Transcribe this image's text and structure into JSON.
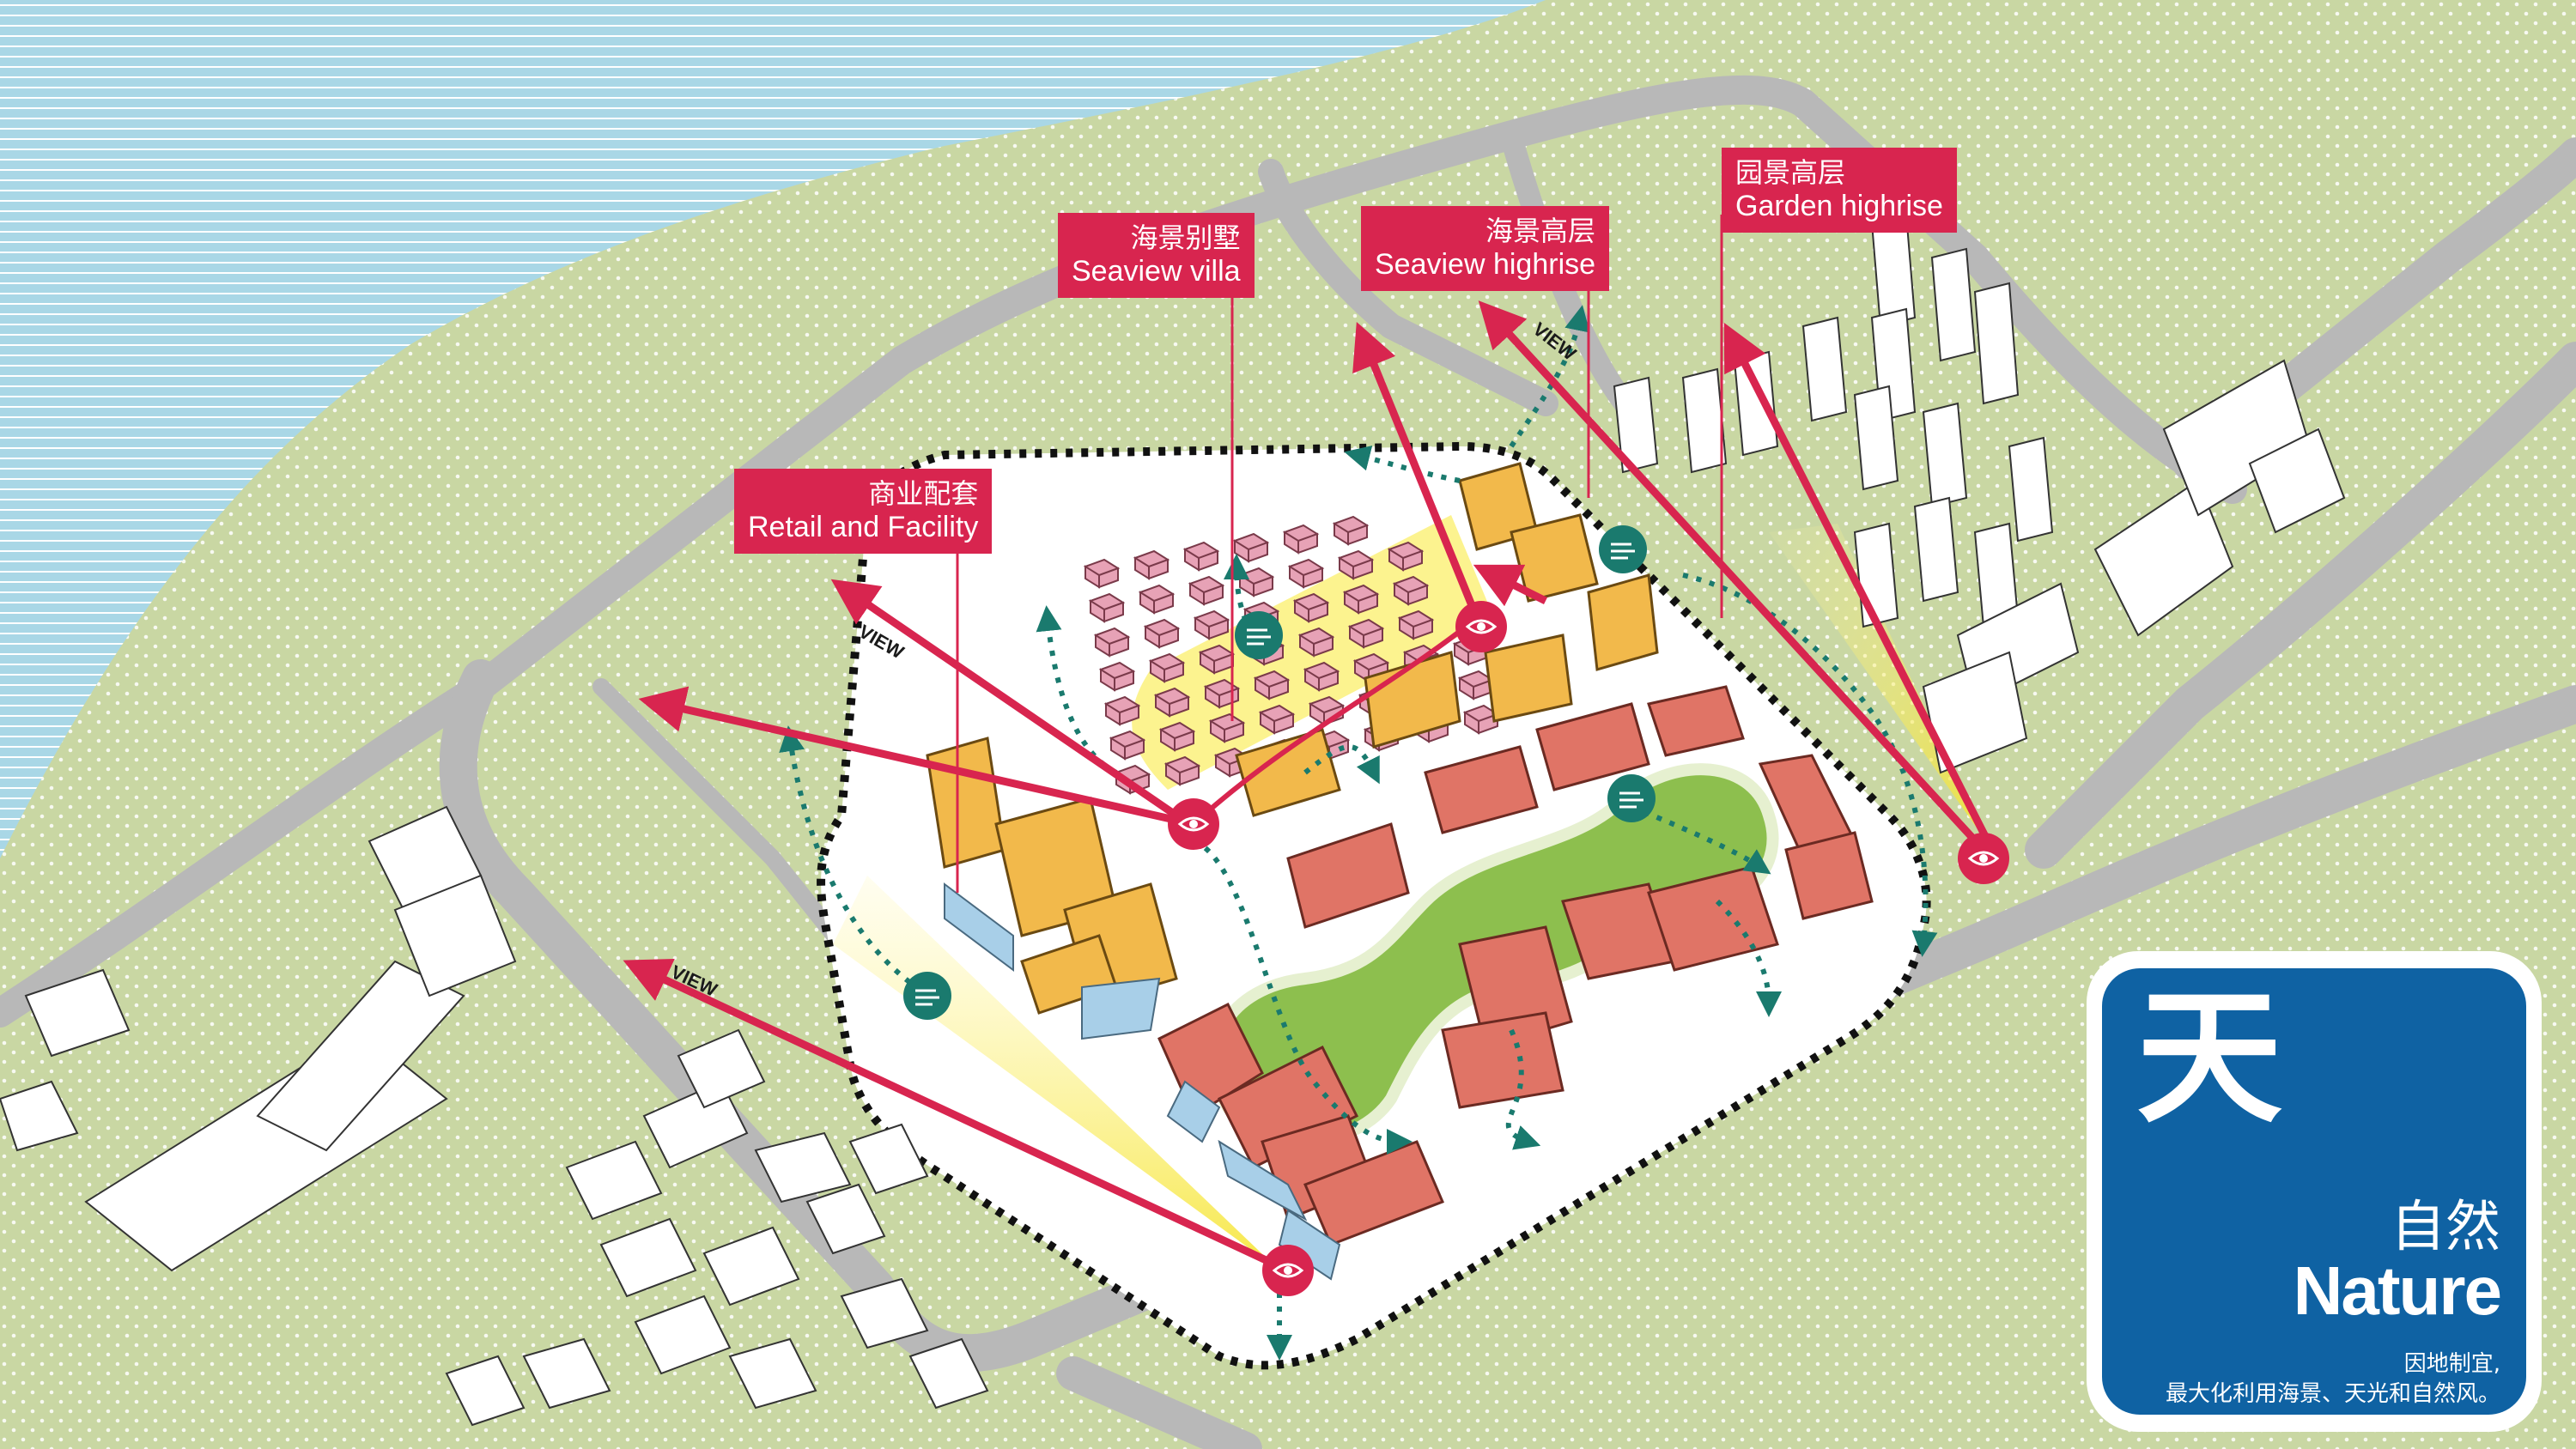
{
  "labels": {
    "seaview_villa": {
      "cn": "海景别墅",
      "en": "Seaview villa"
    },
    "seaview_highrise": {
      "cn": "海景高层",
      "en": "Seaview highrise"
    },
    "garden_highrise": {
      "cn": "园景高层",
      "en": "Garden highrise"
    },
    "retail": {
      "cn": "商业配套",
      "en": "Retail and Facility"
    }
  },
  "view_label": "VIEW",
  "nature_card": {
    "char": "天",
    "title_cn": "自然",
    "title_en": "Nature",
    "desc_line1": "因地制宜,",
    "desc_line2": "最大化利用海景、天光和自然风。"
  },
  "colors": {
    "sea": "#a9d7e6",
    "land": "#c9d7a3",
    "road": "#b8b8b8",
    "site": "#ffffff",
    "villa": "#e7a2b6",
    "highrise_gold": "#f2b94b",
    "highrise_red": "#e07466",
    "park": "#8dbf4e",
    "accent": "#d8254f",
    "teal": "#1a7a6e",
    "card_blue": "#0f62a3"
  },
  "icons": [
    "eye-icon",
    "wind-icon",
    "view-arrow-icon"
  ]
}
